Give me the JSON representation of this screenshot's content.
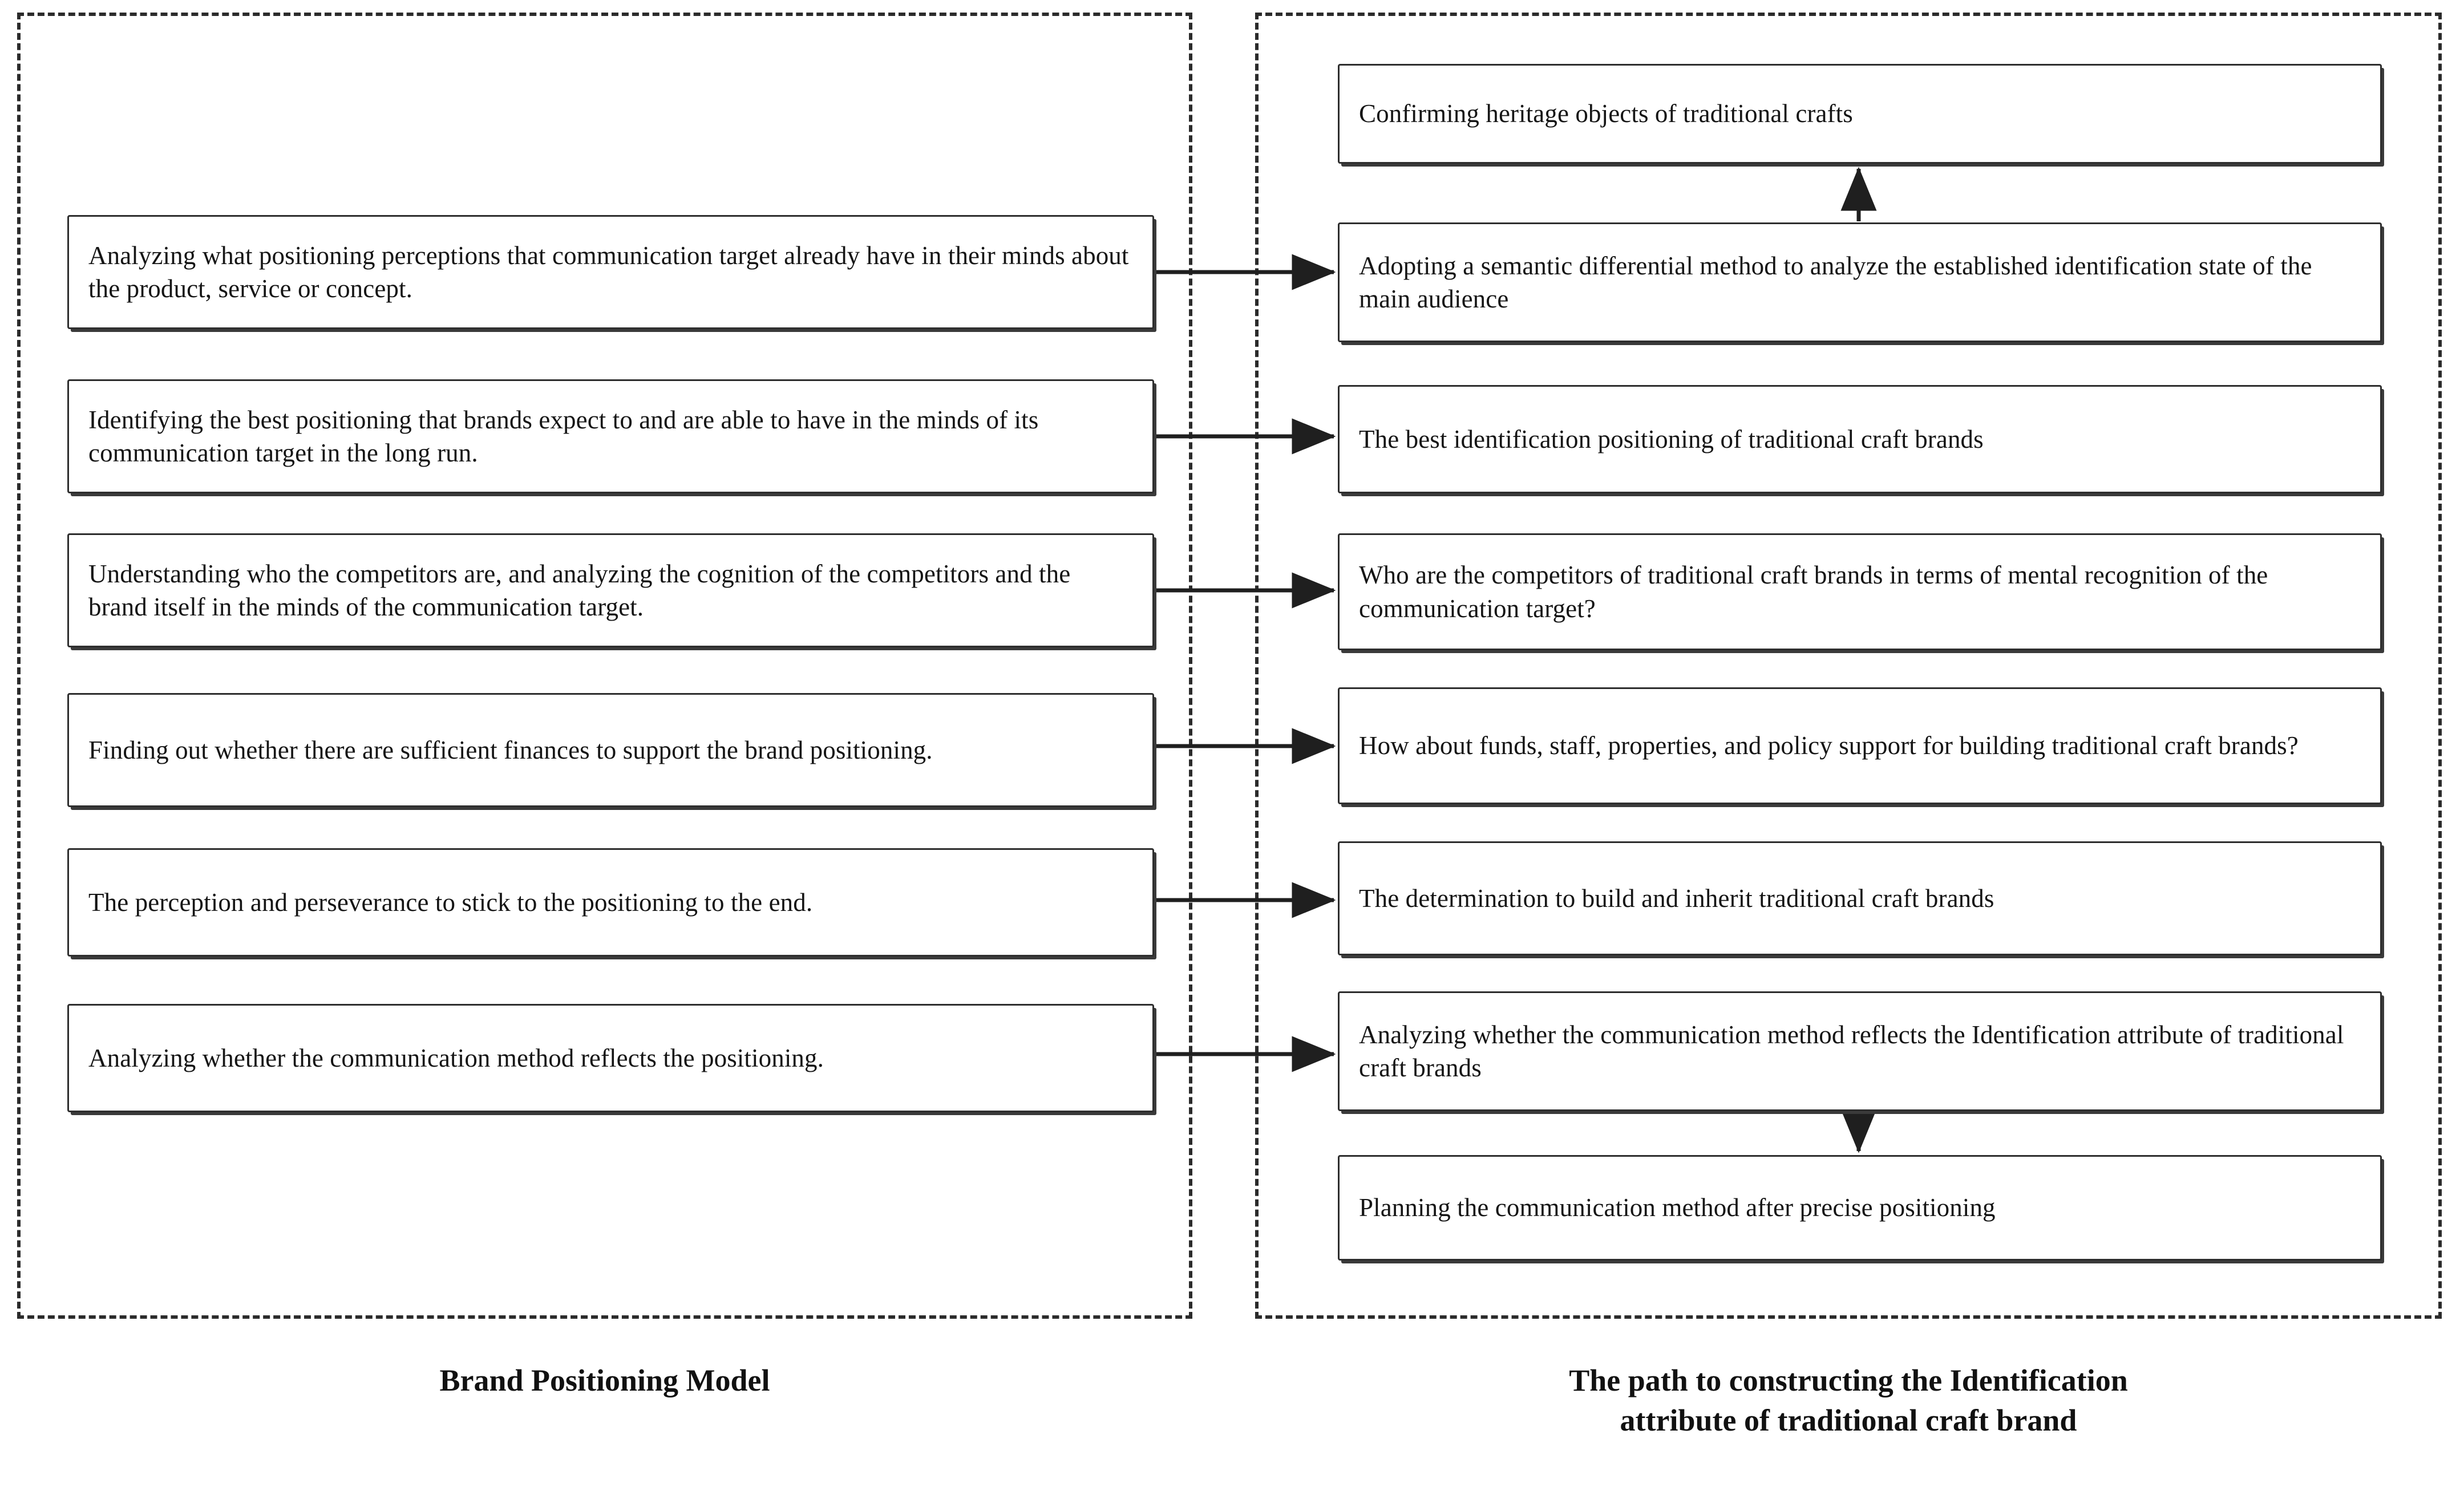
{
  "left_panel": {
    "caption": "Brand Positioning Model",
    "nodes": [
      {
        "id": "l1",
        "text": "Analyzing what positioning perceptions that communication target already have in their minds about the product, service or concept."
      },
      {
        "id": "l2",
        "text": "Identifying the best positioning that brands expect to and are able to have in the minds of its communication target in the long run."
      },
      {
        "id": "l3",
        "text": "Understanding who the competitors are, and analyzing the cognition of the competitors and the brand itself in the minds of  the communication target."
      },
      {
        "id": "l4",
        "text": "Finding out whether there are sufficient finances to support the brand positioning."
      },
      {
        "id": "l5",
        "text": "The perception and perseverance to stick to the positioning to the end."
      },
      {
        "id": "l6",
        "text": "Analyzing whether the communication method reflects the positioning."
      }
    ]
  },
  "right_panel": {
    "caption": "The path to constructing the Identification\nattribute of traditional craft brand",
    "nodes": [
      {
        "id": "r1",
        "text": "Confirming heritage objects of traditional crafts"
      },
      {
        "id": "r2",
        "text": "Adopting a semantic differential method to analyze the established identification state of the main audience"
      },
      {
        "id": "r3",
        "text": "The best identification positioning of traditional craft brands"
      },
      {
        "id": "r4",
        "text": "Who are the competitors of traditional craft brands in terms of mental recognition of the communication target?"
      },
      {
        "id": "r5",
        "text": "How about funds, staff, properties, and policy support for building traditional craft brands?"
      },
      {
        "id": "r6",
        "text": "The determination to build and inherit traditional craft brands"
      },
      {
        "id": "r7",
        "text": "Analyzing whether the communication method reflects the Identification attribute of traditional craft brands"
      },
      {
        "id": "r8",
        "text": "Planning the communication method after precise positioning"
      }
    ]
  },
  "connections": [
    {
      "from": "l1",
      "to": "r2",
      "direction": "horizontal-right"
    },
    {
      "from": "l2",
      "to": "r3",
      "direction": "horizontal-right"
    },
    {
      "from": "l3",
      "to": "r4",
      "direction": "horizontal-right"
    },
    {
      "from": "l4",
      "to": "r5",
      "direction": "horizontal-right"
    },
    {
      "from": "l5",
      "to": "r6",
      "direction": "horizontal-right"
    },
    {
      "from": "l6",
      "to": "r7",
      "direction": "horizontal-right"
    },
    {
      "from": "r2",
      "to": "r1",
      "direction": "vertical-up"
    },
    {
      "from": "r7",
      "to": "r8",
      "direction": "vertical-down"
    }
  ],
  "style": {
    "box_border_color": "#2e2e2e",
    "panel_border_color": "#2b2b2b",
    "arrow_color": "#1f1f1f",
    "text_color": "#151515",
    "background": "#ffffff"
  }
}
